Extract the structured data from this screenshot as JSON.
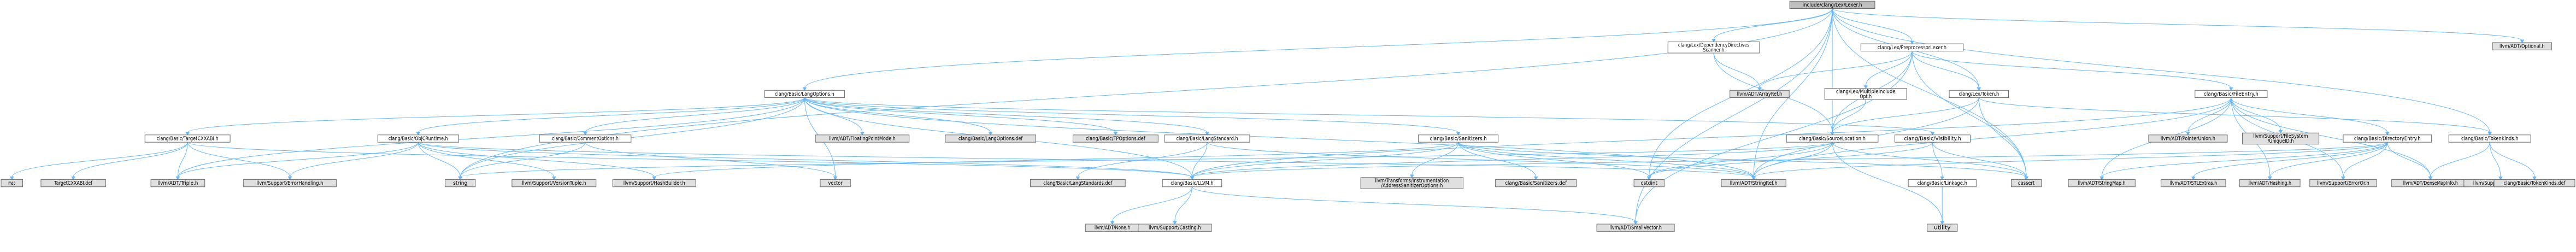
{
  "colors": {
    "root": "#bfbfbf",
    "internal": "#ffffff",
    "external": "#e0e0e0",
    "edge": "#63b8ff",
    "border": "#666666"
  },
  "nodes": [
    {
      "id": "root",
      "kind": "root",
      "lines": [
        "include/clang/Lex/Lexer.h"
      ]
    },
    {
      "id": "LangOptions_h",
      "kind": "internal",
      "lines": [
        "clang/Basic/LangOptions.h"
      ]
    },
    {
      "id": "DepDirScanner_h",
      "kind": "internal",
      "lines": [
        "clang/Lex/DependencyDirectives",
        "Scanner.h"
      ]
    },
    {
      "id": "PPLexer_h",
      "kind": "internal",
      "lines": [
        "clang/Lex/PreprocessorLexer.h"
      ]
    },
    {
      "id": "Optional_h",
      "kind": "external",
      "lines": [
        "llvm/ADT/Optional.h"
      ]
    },
    {
      "id": "ArrayRef_h",
      "kind": "external",
      "lines": [
        "llvm/ADT/ArrayRef.h"
      ]
    },
    {
      "id": "MultipleInclude_h",
      "kind": "internal",
      "lines": [
        "clang/Lex/MultipleInclude",
        "Opt.h"
      ]
    },
    {
      "id": "Token_h",
      "kind": "internal",
      "lines": [
        "clang/Lex/Token.h"
      ]
    },
    {
      "id": "FileEntry_h",
      "kind": "internal",
      "lines": [
        "clang/Basic/FileEntry.h"
      ]
    },
    {
      "id": "TargetCXXABI_h",
      "kind": "internal",
      "lines": [
        "clang/Basic/TargetCXXABI.h"
      ]
    },
    {
      "id": "ObjCRuntime_h",
      "kind": "internal",
      "lines": [
        "clang/Basic/ObjCRuntime.h"
      ]
    },
    {
      "id": "CommentOptions_h",
      "kind": "internal",
      "lines": [
        "clang/Basic/CommentOptions.h"
      ]
    },
    {
      "id": "FloatingPointMode_h",
      "kind": "external",
      "lines": [
        "llvm/ADT/FloatingPointMode.h"
      ]
    },
    {
      "id": "LangOptions_def",
      "kind": "external",
      "lines": [
        "clang/Basic/LangOptions.def"
      ]
    },
    {
      "id": "FPOptions_def",
      "kind": "external",
      "lines": [
        "clang/Basic/FPOptions.def"
      ]
    },
    {
      "id": "LangStandard_h",
      "kind": "internal",
      "lines": [
        "clang/Basic/LangStandard.h"
      ]
    },
    {
      "id": "Sanitizers_h",
      "kind": "internal",
      "lines": [
        "clang/Basic/Sanitizers.h"
      ]
    },
    {
      "id": "SourceLocation_h",
      "kind": "internal",
      "lines": [
        "clang/Basic/SourceLocation.h"
      ]
    },
    {
      "id": "Visibility_h",
      "kind": "internal",
      "lines": [
        "clang/Basic/Visibility.h"
      ]
    },
    {
      "id": "PointerUnion_h",
      "kind": "external",
      "lines": [
        "llvm/ADT/PointerUnion.h"
      ]
    },
    {
      "id": "FileSystem_h",
      "kind": "external",
      "lines": [
        "llvm/Support/FileSystem",
        "/UniqueID.h"
      ]
    },
    {
      "id": "DirectoryEntry_h",
      "kind": "internal",
      "lines": [
        "clang/Basic/DirectoryEntry.h"
      ]
    },
    {
      "id": "TokenKinds_h",
      "kind": "internal",
      "lines": [
        "clang/Basic/TokenKinds.h"
      ]
    },
    {
      "id": "map",
      "kind": "external",
      "lines": [
        "map"
      ]
    },
    {
      "id": "TargetCXXABI_def",
      "kind": "external",
      "lines": [
        "TargetCXXABI.def"
      ]
    },
    {
      "id": "Triple_h",
      "kind": "external",
      "lines": [
        "llvm/ADT/Triple.h"
      ]
    },
    {
      "id": "ErrorHandling_h",
      "kind": "external",
      "lines": [
        "llvm/Support/ErrorHandling.h"
      ]
    },
    {
      "id": "string",
      "kind": "external",
      "lines": [
        "string"
      ]
    },
    {
      "id": "VersionTuple_h",
      "kind": "external",
      "lines": [
        "llvm/Support/VersionTuple.h"
      ]
    },
    {
      "id": "HashBuilder_h",
      "kind": "external",
      "lines": [
        "llvm/Support/HashBuilder.h"
      ]
    },
    {
      "id": "vector",
      "kind": "external",
      "lines": [
        "vector"
      ]
    },
    {
      "id": "LangStandards_def",
      "kind": "external",
      "lines": [
        "clang/Basic/LangStandards.def"
      ]
    },
    {
      "id": "LLVM_h",
      "kind": "internal",
      "lines": [
        "clang/Basic/LLVM.h"
      ]
    },
    {
      "id": "AddressSanitizerOptions_h",
      "kind": "external",
      "lines": [
        "llvm/Transforms/Instrumentation",
        "/AddressSanitizerOptions.h"
      ]
    },
    {
      "id": "Sanitizers_def",
      "kind": "external",
      "lines": [
        "clang/Basic/Sanitizers.def"
      ]
    },
    {
      "id": "cstdint",
      "kind": "external",
      "lines": [
        "cstdint"
      ]
    },
    {
      "id": "StringRef_h",
      "kind": "external",
      "lines": [
        "llvm/ADT/StringRef.h"
      ]
    },
    {
      "id": "cassert",
      "kind": "external",
      "lines": [
        "cassert"
      ]
    },
    {
      "id": "Linkage_h",
      "kind": "internal",
      "lines": [
        "clang/Basic/Linkage.h"
      ]
    },
    {
      "id": "StringMap_h",
      "kind": "external",
      "lines": [
        "llvm/ADT/StringMap.h"
      ]
    },
    {
      "id": "STLExtras_h",
      "kind": "external",
      "lines": [
        "llvm/ADT/STLExtras.h"
      ]
    },
    {
      "id": "Hashing_h",
      "kind": "external",
      "lines": [
        "llvm/ADT/Hashing.h"
      ]
    },
    {
      "id": "ErrorOr_h",
      "kind": "external",
      "lines": [
        "llvm/Support/ErrorOr.h"
      ]
    },
    {
      "id": "DenseMapInfo_h",
      "kind": "external",
      "lines": [
        "llvm/ADT/DenseMapInfo.h"
      ]
    },
    {
      "id": "Compiler_h",
      "kind": "external",
      "lines": [
        "llvm/Support/Compiler.h"
      ]
    },
    {
      "id": "TokenKinds_def",
      "kind": "external",
      "lines": [
        "clang/Basic/TokenKinds.def"
      ]
    },
    {
      "id": "None_h",
      "kind": "external",
      "lines": [
        "llvm/ADT/None.h"
      ]
    },
    {
      "id": "Casting_h",
      "kind": "external",
      "lines": [
        "llvm/Support/Casting.h"
      ]
    },
    {
      "id": "SmallVector_h",
      "kind": "external",
      "lines": [
        "llvm/ADT/SmallVector.h"
      ]
    },
    {
      "id": "utility",
      "kind": "external",
      "lines": [
        "utility"
      ]
    }
  ],
  "edges": [
    [
      "root",
      "LangOptions_h"
    ],
    [
      "root",
      "DepDirScanner_h"
    ],
    [
      "root",
      "PPLexer_h"
    ],
    [
      "root",
      "Optional_h"
    ],
    [
      "root",
      "TokenKinds_h"
    ],
    [
      "root",
      "Token_h"
    ],
    [
      "root",
      "SourceLocation_h"
    ],
    [
      "root",
      "StringRef_h"
    ],
    [
      "root",
      "cassert"
    ],
    [
      "root",
      "cstdint"
    ],
    [
      "root",
      "string"
    ],
    [
      "root",
      "SmallVector_h"
    ],
    [
      "DepDirScanner_h",
      "ArrayRef_h"
    ],
    [
      "DepDirScanner_h",
      "SourceLocation_h"
    ],
    [
      "PPLexer_h",
      "ArrayRef_h"
    ],
    [
      "PPLexer_h",
      "MultipleInclude_h"
    ],
    [
      "PPLexer_h",
      "Token_h"
    ],
    [
      "PPLexer_h",
      "FileEntry_h"
    ],
    [
      "PPLexer_h",
      "SourceLocation_h"
    ],
    [
      "PPLexer_h",
      "SmallVector_h"
    ],
    [
      "PPLexer_h",
      "cassert"
    ],
    [
      "MultipleInclude_h",
      "SourceLocation_h"
    ],
    [
      "Token_h",
      "SourceLocation_h"
    ],
    [
      "Token_h",
      "TokenKinds_h"
    ],
    [
      "Token_h",
      "StringRef_h"
    ],
    [
      "Token_h",
      "cassert"
    ],
    [
      "FileEntry_h",
      "LLVM_h"
    ],
    [
      "FileEntry_h",
      "DirectoryEntry_h"
    ],
    [
      "FileEntry_h",
      "PointerUnion_h"
    ],
    [
      "FileEntry_h",
      "FileSystem_h"
    ],
    [
      "FileEntry_h",
      "DenseMapInfo_h"
    ],
    [
      "FileEntry_h",
      "ErrorOr_h"
    ],
    [
      "FileEntry_h",
      "StringMap_h"
    ],
    [
      "FileEntry_h",
      "Hashing_h"
    ],
    [
      "FileEntry_h",
      "StringRef_h"
    ],
    [
      "LangOptions_h",
      "TargetCXXABI_h"
    ],
    [
      "LangOptions_h",
      "ObjCRuntime_h"
    ],
    [
      "LangOptions_h",
      "CommentOptions_h"
    ],
    [
      "LangOptions_h",
      "FloatingPointMode_h"
    ],
    [
      "LangOptions_h",
      "LangOptions_def"
    ],
    [
      "LangOptions_h",
      "FPOptions_def"
    ],
    [
      "LangOptions_h",
      "LangStandard_h"
    ],
    [
      "LangOptions_h",
      "Sanitizers_h"
    ],
    [
      "LangOptions_h",
      "Visibility_h"
    ],
    [
      "LangOptions_h",
      "LLVM_h"
    ],
    [
      "LangOptions_h",
      "StringRef_h"
    ],
    [
      "LangOptions_h",
      "Triple_h"
    ],
    [
      "LangOptions_h",
      "string"
    ],
    [
      "LangOptions_h",
      "vector"
    ],
    [
      "TargetCXXABI_h",
      "map"
    ],
    [
      "TargetCXXABI_h",
      "TargetCXXABI_def"
    ],
    [
      "TargetCXXABI_h",
      "Triple_h"
    ],
    [
      "TargetCXXABI_h",
      "ErrorHandling_h"
    ],
    [
      "TargetCXXABI_h",
      "LLVM_h"
    ],
    [
      "ObjCRuntime_h",
      "LLVM_h"
    ],
    [
      "ObjCRuntime_h",
      "Triple_h"
    ],
    [
      "ObjCRuntime_h",
      "ErrorHandling_h"
    ],
    [
      "ObjCRuntime_h",
      "VersionTuple_h"
    ],
    [
      "ObjCRuntime_h",
      "HashBuilder_h"
    ],
    [
      "ObjCRuntime_h",
      "string"
    ],
    [
      "ObjCRuntime_h",
      "StringRef_h"
    ],
    [
      "CommentOptions_h",
      "string"
    ],
    [
      "CommentOptions_h",
      "vector"
    ],
    [
      "LangStandard_h",
      "LangStandards_def"
    ],
    [
      "LangStandard_h",
      "LLVM_h"
    ],
    [
      "LangStandard_h",
      "StringRef_h"
    ],
    [
      "Sanitizers_h",
      "AddressSanitizerOptions_h"
    ],
    [
      "Sanitizers_h",
      "Sanitizers_def"
    ],
    [
      "Sanitizers_h",
      "cstdint"
    ],
    [
      "Sanitizers_h",
      "StringRef_h"
    ],
    [
      "Sanitizers_h",
      "HashBuilder_h"
    ],
    [
      "Sanitizers_h",
      "cassert"
    ],
    [
      "Sanitizers_h",
      "LLVM_h"
    ],
    [
      "SourceLocation_h",
      "LLVM_h"
    ],
    [
      "SourceLocation_h",
      "cstdint"
    ],
    [
      "SourceLocation_h",
      "StringRef_h"
    ],
    [
      "SourceLocation_h",
      "cassert"
    ],
    [
      "SourceLocation_h",
      "string"
    ],
    [
      "SourceLocation_h",
      "utility"
    ],
    [
      "Visibility_h",
      "Linkage_h"
    ],
    [
      "Visibility_h",
      "cassert"
    ],
    [
      "Visibility_h",
      "cstdint"
    ],
    [
      "Linkage_h",
      "utility"
    ],
    [
      "DirectoryEntry_h",
      "LLVM_h"
    ],
    [
      "DirectoryEntry_h",
      "DenseMapInfo_h"
    ],
    [
      "DirectoryEntry_h",
      "Hashing_h"
    ],
    [
      "DirectoryEntry_h",
      "STLExtras_h"
    ],
    [
      "DirectoryEntry_h",
      "StringMap_h"
    ],
    [
      "DirectoryEntry_h",
      "StringRef_h"
    ],
    [
      "DirectoryEntry_h",
      "ErrorOr_h"
    ],
    [
      "TokenKinds_h",
      "DenseMapInfo_h"
    ],
    [
      "TokenKinds_h",
      "Compiler_h"
    ],
    [
      "TokenKinds_h",
      "TokenKinds_def"
    ],
    [
      "LLVM_h",
      "None_h"
    ],
    [
      "LLVM_h",
      "Casting_h"
    ],
    [
      "LLVM_h",
      "SmallVector_h"
    ]
  ]
}
